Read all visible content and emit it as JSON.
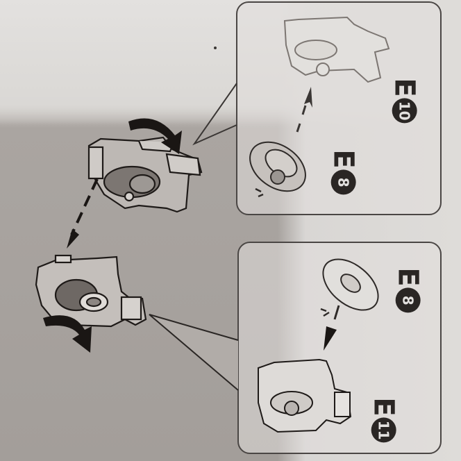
{
  "scene": {
    "description": "Photo of a printed assembly instruction page, rotated 90 degrees",
    "colors": {
      "paper_light": "#e3e1df",
      "paper_shadow": "#a39e9a",
      "ink": "#2a2624"
    }
  },
  "main_step": {
    "arrows": [
      "rotate-arrow-top",
      "rotate-arrow-bottom",
      "dashed-move-arrow"
    ]
  },
  "callout_top": {
    "labels": [
      {
        "letter": "E",
        "number": "10"
      },
      {
        "letter": "E",
        "number": "8"
      }
    ]
  },
  "callout_bottom": {
    "labels": [
      {
        "letter": "E",
        "number": "8"
      },
      {
        "letter": "E",
        "number": "11"
      }
    ]
  }
}
